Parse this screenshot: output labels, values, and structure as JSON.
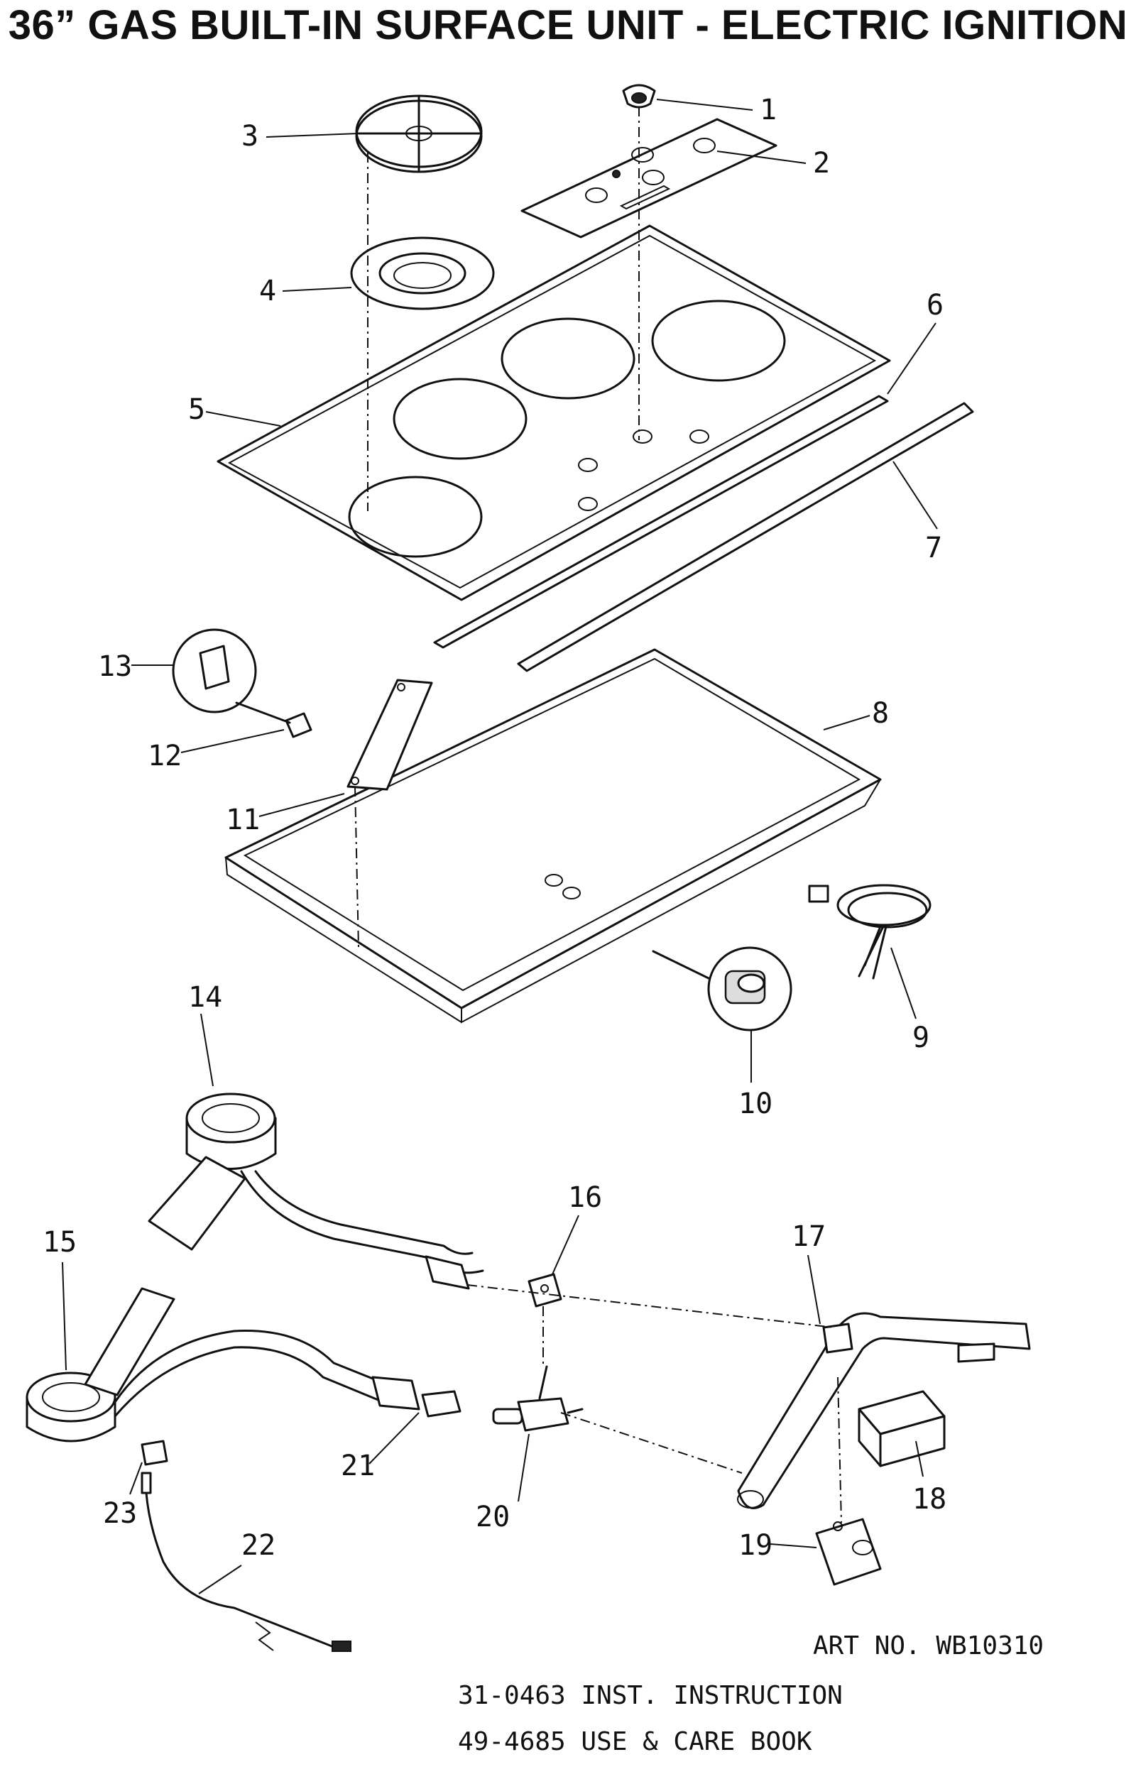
{
  "title": "36” GAS BUILT-IN SURFACE UNIT - ELECTRIC IGNITION",
  "callouts": [
    "1",
    "2",
    "3",
    "4",
    "5",
    "6",
    "7",
    "8",
    "9",
    "10",
    "11",
    "12",
    "13",
    "14",
    "15",
    "16",
    "17",
    "18",
    "19",
    "20",
    "21",
    "22",
    "23"
  ],
  "art_no": "ART NO. WB10310",
  "footer": {
    "line1": "31-0463 INST. INSTRUCTION",
    "line2": "49-4685 USE & CARE BOOK"
  }
}
